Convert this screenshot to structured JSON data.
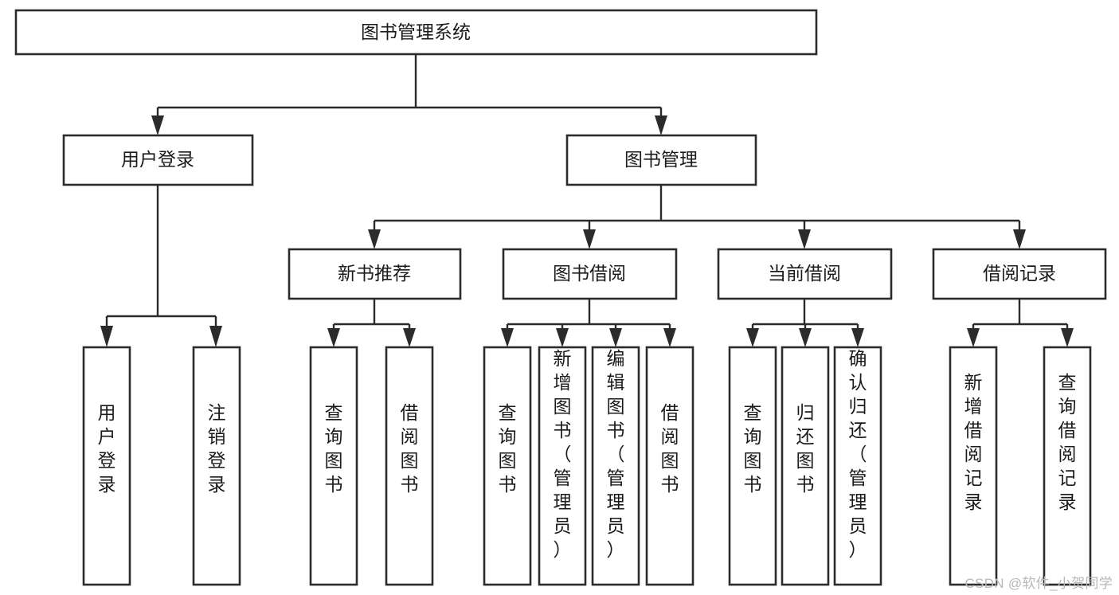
{
  "diagram": {
    "title": "图书管理系统",
    "type": "tree-hierarchy-diagram",
    "orientation": "top-down",
    "colors": {
      "box_fill": "#ffffff",
      "box_stroke": "#2b2b2b",
      "text": "#1b1b1b",
      "background": "#ffffff",
      "watermark": "#b7b7b7"
    },
    "root": {
      "label": "图书管理系统",
      "level": 1
    },
    "level2": [
      {
        "label": "用户登录",
        "level": 2
      },
      {
        "label": "图书管理",
        "level": 2
      }
    ],
    "level3": [
      {
        "label": "新书推荐",
        "level": 3,
        "parent": "图书管理"
      },
      {
        "label": "图书借阅",
        "level": 3,
        "parent": "图书管理"
      },
      {
        "label": "当前借阅",
        "level": 3,
        "parent": "图书管理"
      },
      {
        "label": "借阅记录",
        "level": 3,
        "parent": "图书管理"
      }
    ],
    "leaves": {
      "user_login": [
        {
          "label": "用户登录"
        },
        {
          "label": "注销登录"
        }
      ],
      "new_book_recommend": [
        {
          "label": "查询图书"
        },
        {
          "label": "借阅图书"
        }
      ],
      "book_borrow": [
        {
          "label": "查询图书"
        },
        {
          "label": "新增图书（管理员）"
        },
        {
          "label": "编辑图书（管理员）"
        },
        {
          "label": "借阅图书"
        }
      ],
      "current_borrow": [
        {
          "label": "查询图书"
        },
        {
          "label": "归还图书"
        },
        {
          "label": "确认归还（管理员）"
        }
      ],
      "borrow_record": [
        {
          "label": "新增借阅记录"
        },
        {
          "label": "查询借阅记录"
        }
      ]
    }
  },
  "watermark": {
    "text": "CSDN @软件_小贺同学"
  }
}
